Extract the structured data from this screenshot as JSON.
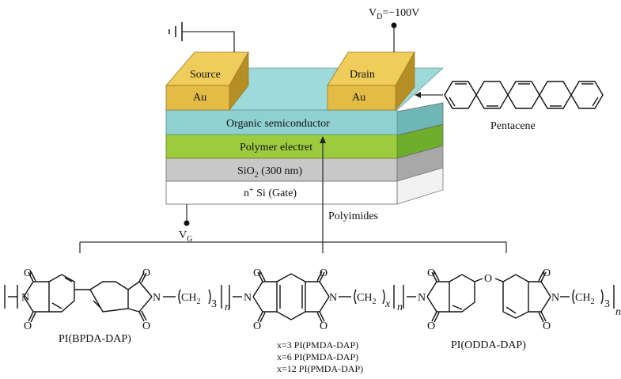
{
  "device": {
    "vd_label": "V",
    "vd_sub": "D",
    "vd_value": "=−100V",
    "vg_label": "V",
    "vg_sub": "G",
    "source_label": "Source",
    "drain_label": "Drain",
    "au_left": "Au",
    "au_right": "Au",
    "layers": {
      "semiconductor": "Organic semiconductor",
      "electret": "Polymer electret",
      "oxide_main": "SiO",
      "oxide_sub": "2",
      "oxide_rest": " (300 nm)",
      "gate_pre": "n",
      "gate_sup": "+",
      "gate_rest": " Si (Gate)"
    },
    "colors": {
      "gold": "#e3bb45",
      "semiconductor": "#8fd0d0",
      "electret": "#9ccc3e",
      "oxide": "#c6c6c6",
      "silicon": "#ffffff"
    }
  },
  "pentacene": {
    "name": "Pentacene"
  },
  "polyimides": {
    "header": "Polyimides",
    "structures": [
      {
        "name": "PI(BPDA-DAP)",
        "chain_sub": "3"
      },
      {
        "name": "PI(PMDA-DAP)",
        "chain_sub": "x",
        "variants": [
          "x=3 PI(PMDA-DAP)",
          "x=6 PI(PMDA-DAP)",
          "x=12 PI(PMDA-DAP)"
        ]
      },
      {
        "name": "PI(ODDA-DAP)",
        "chain_sub": "3"
      }
    ],
    "atoms": {
      "o": "O",
      "n": "N",
      "repeat": "n",
      "ch": "CH",
      "h_sub": "2"
    }
  }
}
